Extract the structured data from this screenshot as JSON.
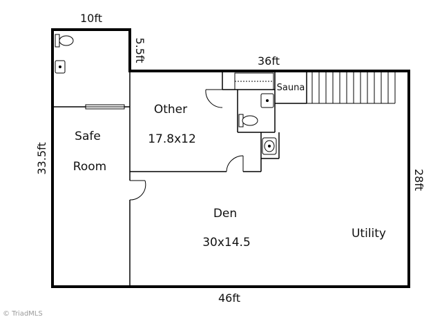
{
  "dimensions": {
    "top_left": "10ft",
    "step": "5.5ft",
    "top_right": "36ft",
    "left": "33.5ft",
    "right": "28ft",
    "bottom": "46ft"
  },
  "rooms": {
    "safe_room": {
      "line1": "Safe",
      "line2": "Room"
    },
    "other": {
      "name": "Other",
      "size": "17.8x12"
    },
    "sauna": {
      "name": "Sauna"
    },
    "den": {
      "name": "Den",
      "size": "30x14.5"
    },
    "utility": {
      "name": "Utility"
    }
  },
  "watermark": "© TriadMLS"
}
